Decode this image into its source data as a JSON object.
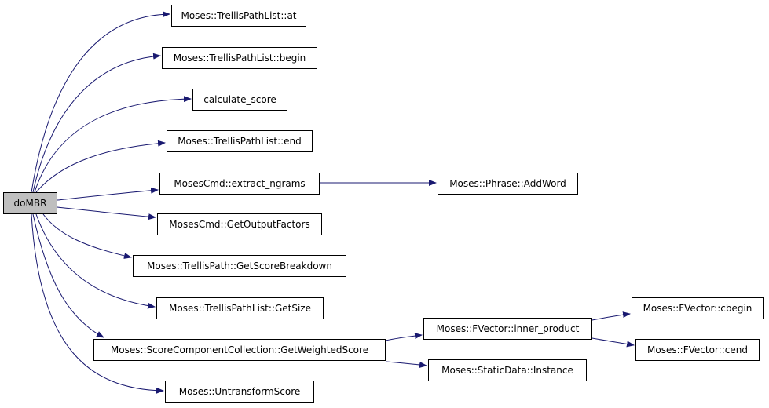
{
  "graph": {
    "edge_color": "#191970",
    "root": {
      "id": "doMBR",
      "label": "doMBR",
      "fill": "#bfbfbf"
    },
    "nodes": [
      {
        "id": "at",
        "label": "Moses::TrellisPathList::at"
      },
      {
        "id": "begin",
        "label": "Moses::TrellisPathList::begin"
      },
      {
        "id": "calc",
        "label": "calculate_score"
      },
      {
        "id": "end",
        "label": "Moses::TrellisPathList::end"
      },
      {
        "id": "extract",
        "label": "MosesCmd::extract_ngrams"
      },
      {
        "id": "addword",
        "label": "Moses::Phrase::AddWord"
      },
      {
        "id": "getout",
        "label": "MosesCmd::GetOutputFactors"
      },
      {
        "id": "getscore",
        "label": "Moses::TrellisPath::GetScoreBreakdown"
      },
      {
        "id": "getsize",
        "label": "Moses::TrellisPathList::GetSize"
      },
      {
        "id": "getweighted",
        "label": "Moses::ScoreComponentCollection::GetWeightedScore"
      },
      {
        "id": "inner",
        "label": "Moses::FVector::inner_product"
      },
      {
        "id": "cbegin",
        "label": "Moses::FVector::cbegin"
      },
      {
        "id": "cend",
        "label": "Moses::FVector::cend"
      },
      {
        "id": "instance",
        "label": "Moses::StaticData::Instance"
      },
      {
        "id": "untransform",
        "label": "Moses::UntransformScore"
      }
    ],
    "edges": [
      {
        "from": "doMBR",
        "to": "at"
      },
      {
        "from": "doMBR",
        "to": "begin"
      },
      {
        "from": "doMBR",
        "to": "calc"
      },
      {
        "from": "doMBR",
        "to": "end"
      },
      {
        "from": "doMBR",
        "to": "extract"
      },
      {
        "from": "doMBR",
        "to": "getout"
      },
      {
        "from": "doMBR",
        "to": "getscore"
      },
      {
        "from": "doMBR",
        "to": "getsize"
      },
      {
        "from": "doMBR",
        "to": "getweighted"
      },
      {
        "from": "doMBR",
        "to": "untransform"
      },
      {
        "from": "extract",
        "to": "addword"
      },
      {
        "from": "getweighted",
        "to": "inner"
      },
      {
        "from": "getweighted",
        "to": "instance"
      },
      {
        "from": "inner",
        "to": "cbegin"
      },
      {
        "from": "inner",
        "to": "cend"
      }
    ]
  }
}
